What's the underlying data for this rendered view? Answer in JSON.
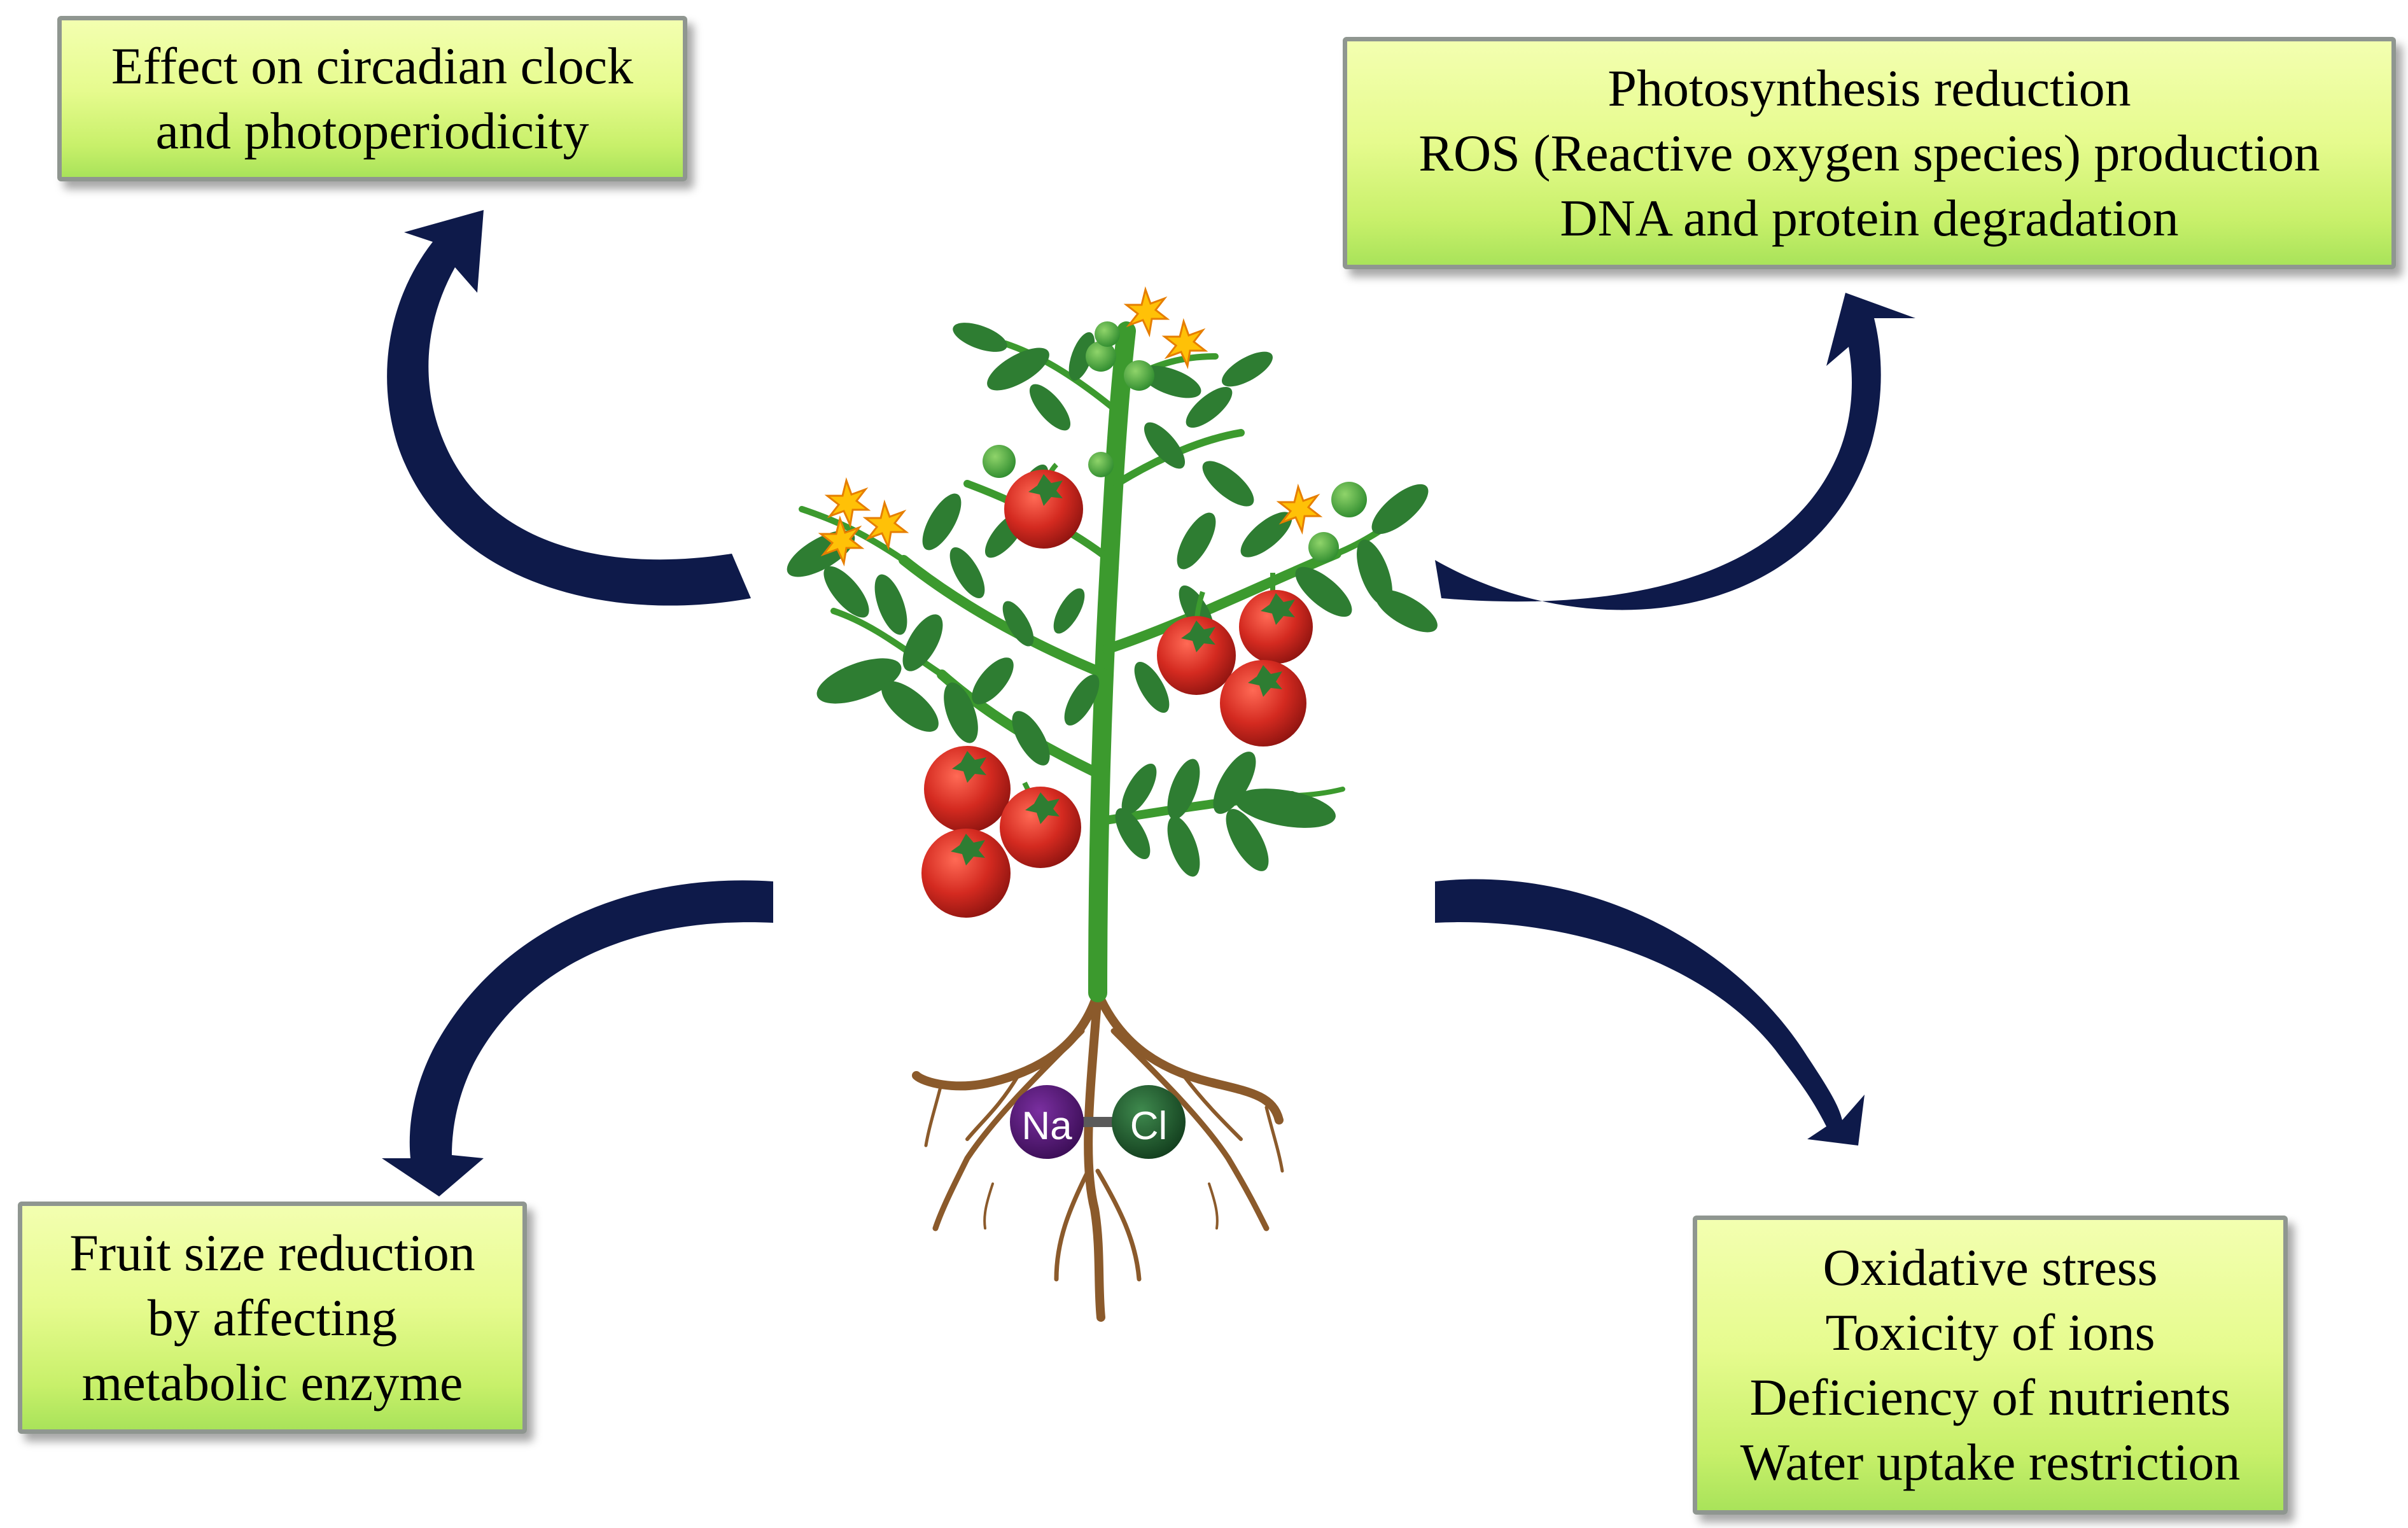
{
  "effects": {
    "circadian": {
      "lines": [
        "Effect on circadian clock",
        "and photoperiodicity"
      ]
    },
    "photosynthesis": {
      "lines": [
        "Photosynthesis reduction",
        "ROS (Reactive oxygen species) production",
        "DNA and protein degradation"
      ]
    },
    "fruit": {
      "lines": [
        "Fruit size reduction",
        "by affecting",
        "metabolic enzyme"
      ]
    },
    "stress": {
      "lines": [
        "Oxidative stress",
        "Toxicity of ions",
        "Deficiency of nutrients",
        "Water uptake restriction"
      ]
    }
  },
  "ions": {
    "sodium": "Na",
    "chloride": "Cl"
  },
  "colors": {
    "arrow": "#0e1a4a",
    "box_top": "#f3ffb0",
    "box_bottom": "#a9e35a",
    "stem": "#3c9a2e",
    "leaf": "#2e7d32",
    "fruit": "#d42a20",
    "flower": "#ffc107",
    "root": "#8b5a2b",
    "sodium": "#4a1466",
    "chloride": "#1e5b2e"
  }
}
